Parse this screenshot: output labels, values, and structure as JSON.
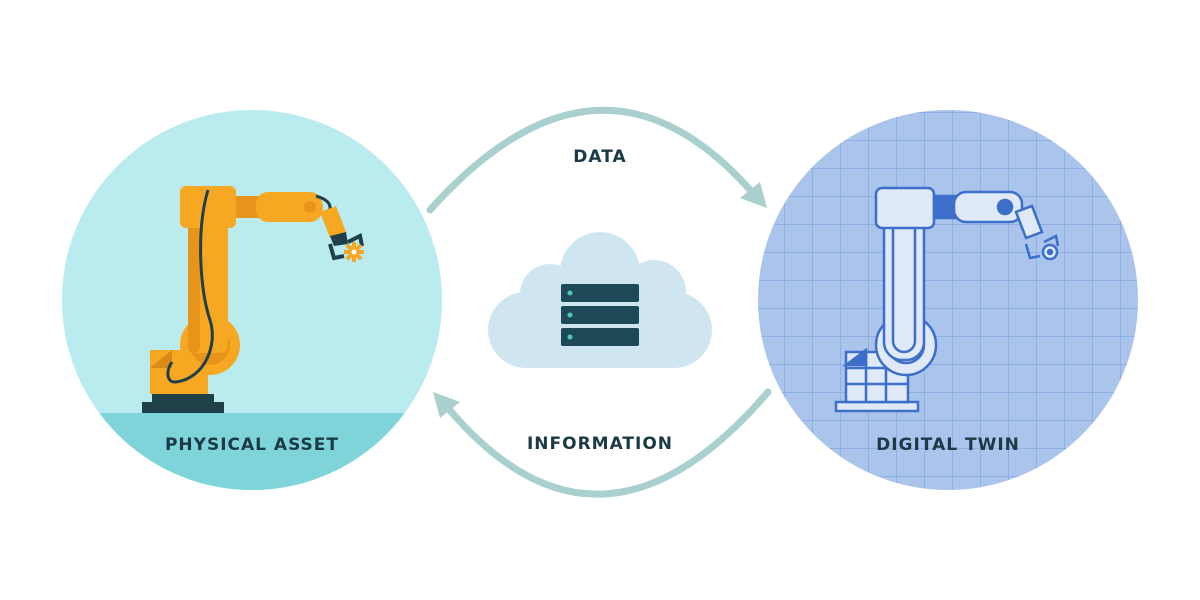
{
  "labels": {
    "left": "PHYSICAL ASSET",
    "right": "DIGITAL TWIN",
    "top_arrow": "DATA",
    "bottom_arrow": "INFORMATION"
  },
  "colors": {
    "physical_circle": "#b9ebef",
    "physical_floor": "#7fd4da",
    "digital_circle": "#aac4ec",
    "digital_grid": "#8fb0e3",
    "arrow": "#a9cfce",
    "cloud": "#cfe6f1",
    "server": "#1e4a58",
    "robot_orange": "#f6a823",
    "robot_dark": "#1f3f49",
    "robot_blue_outline": "#3d6ec9",
    "robot_blue_fill": "#dfe9f8",
    "label_text": "#1c3a46"
  },
  "icons": {
    "left_robot": "industrial-robot-arm-icon",
    "right_robot": "robot-arm-wireframe-icon",
    "center": "cloud-server-icon"
  }
}
